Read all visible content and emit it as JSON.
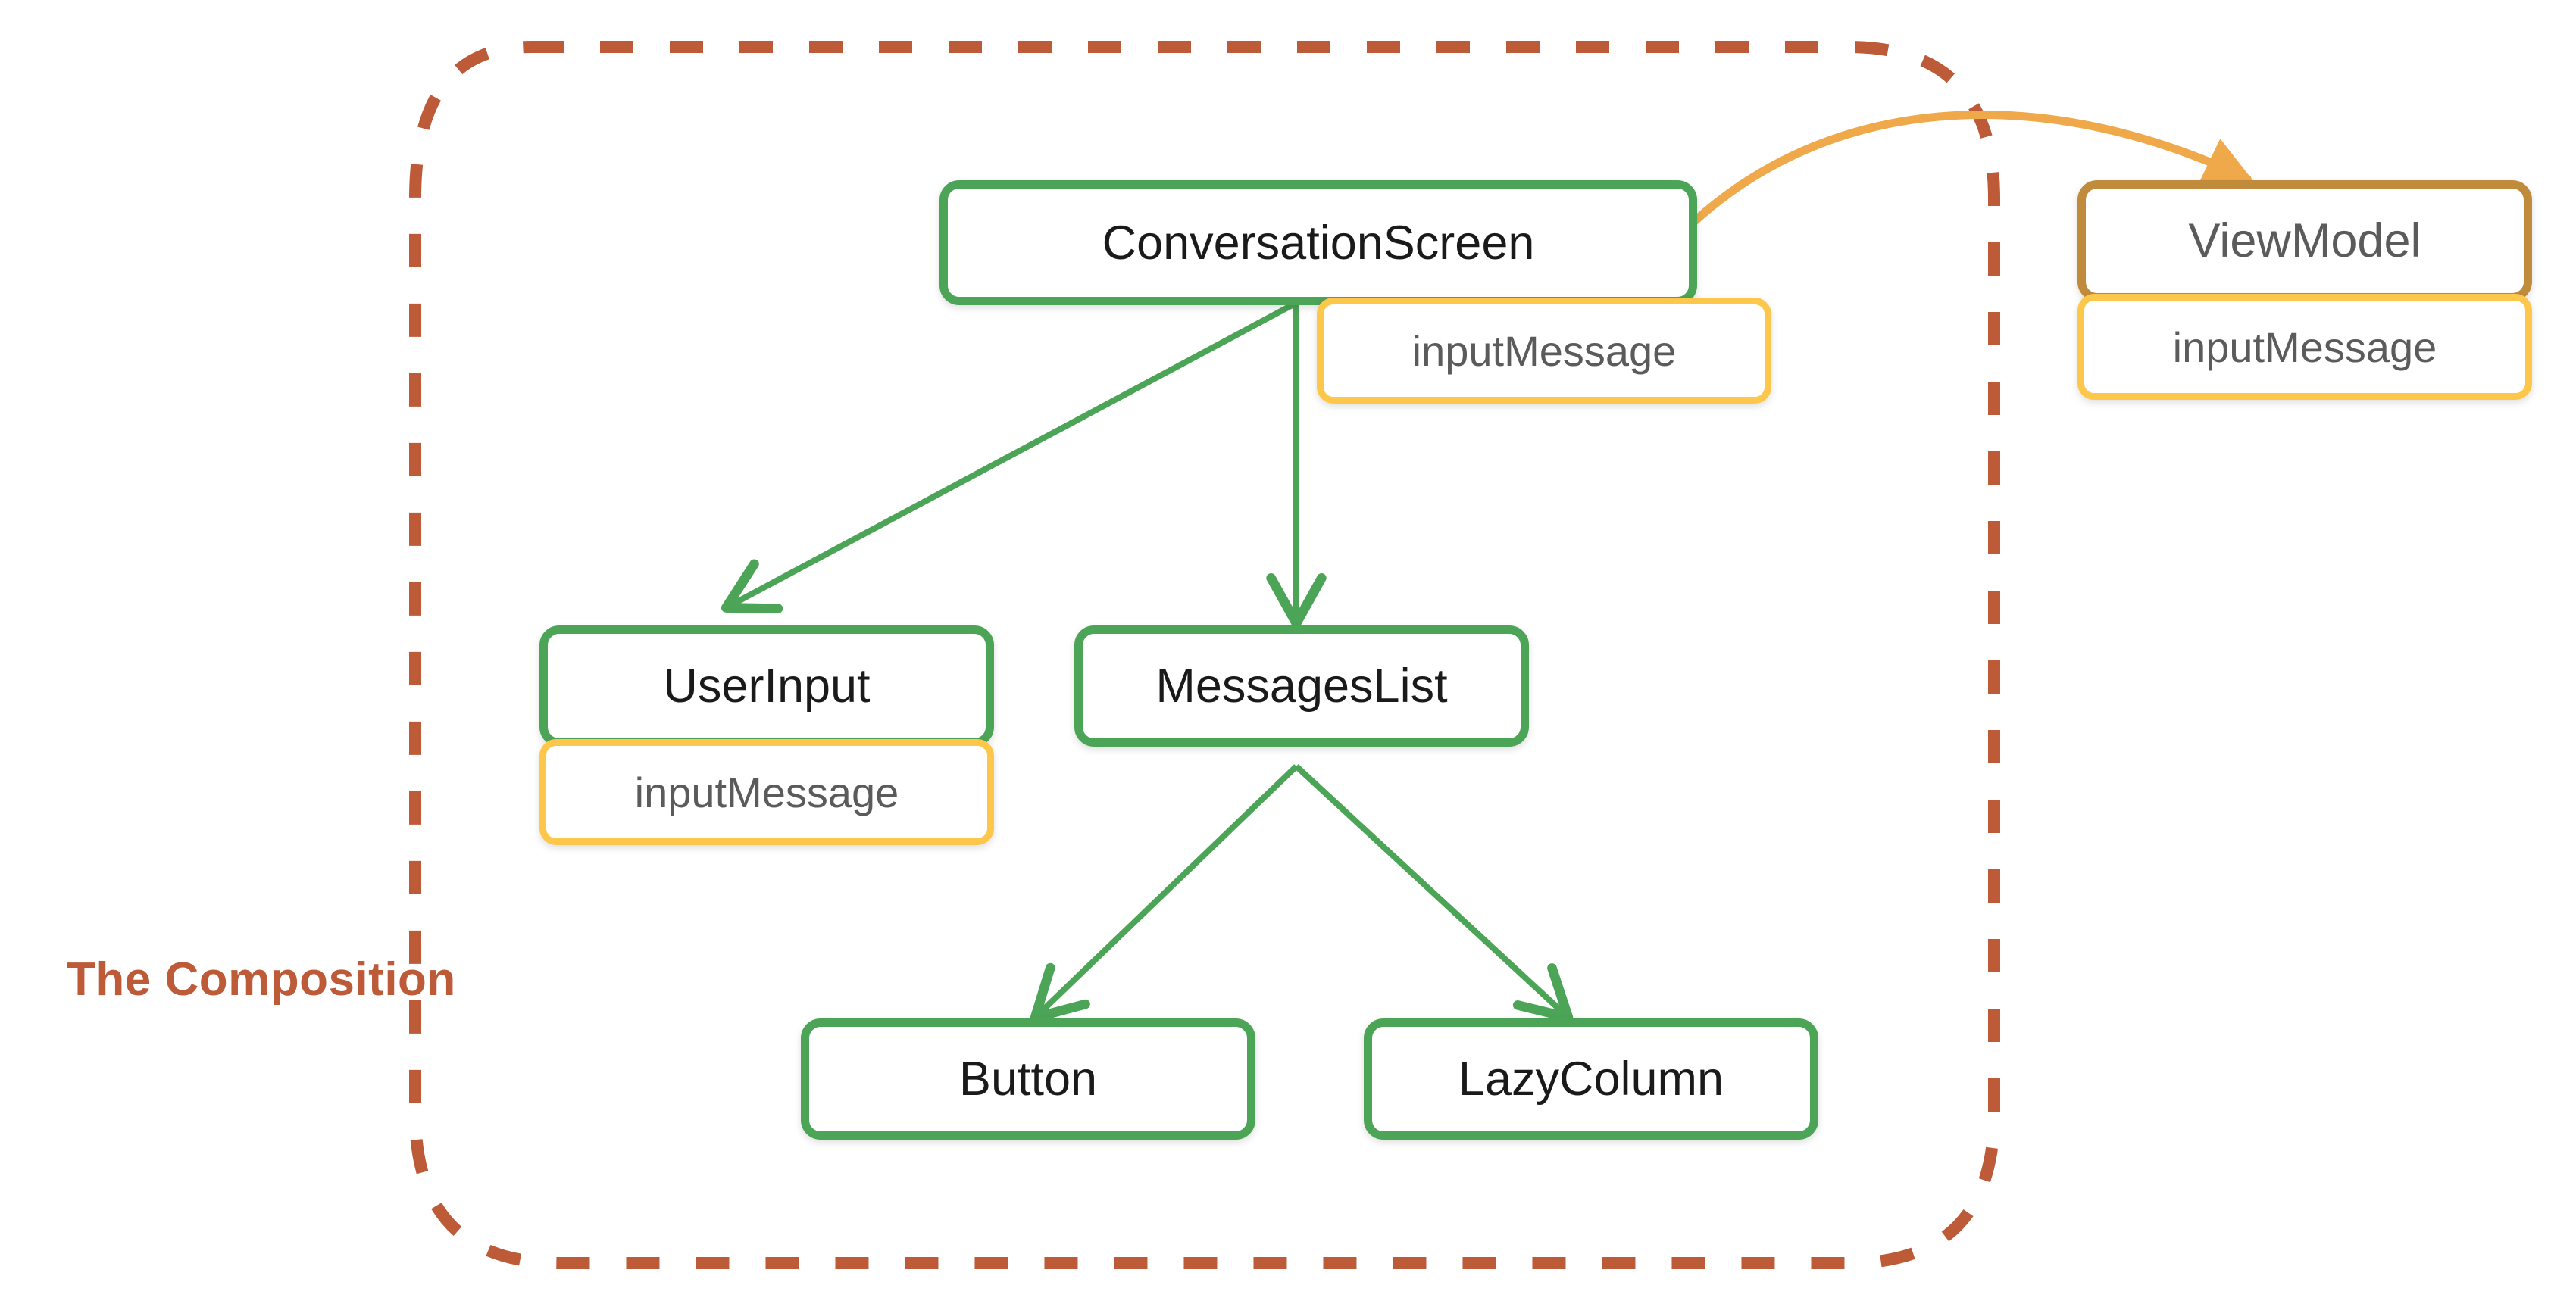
{
  "diagram": {
    "boundary_label": "The Composition",
    "colors": {
      "composition_boundary": "#BD5B38",
      "composable_border": "#4CA457",
      "state_border": "#FCC74A",
      "viewmodel_border": "#C18B3C",
      "composable_arrow": "#4CA457",
      "viewmodel_arrow": "#F0A94A",
      "node_background": "#FFFFFF",
      "composable_text": "#1A1A1A",
      "state_text": "#5B5B5B"
    },
    "nodes": [
      {
        "id": "conversation-screen",
        "label": "ConversationScreen",
        "kind": "composable"
      },
      {
        "id": "conversation-screen-state",
        "label": "inputMessage",
        "kind": "state"
      },
      {
        "id": "user-input",
        "label": "UserInput",
        "kind": "composable"
      },
      {
        "id": "user-input-state",
        "label": "inputMessage",
        "kind": "state"
      },
      {
        "id": "messages-list",
        "label": "MessagesList",
        "kind": "composable"
      },
      {
        "id": "button",
        "label": "Button",
        "kind": "composable"
      },
      {
        "id": "lazy-column",
        "label": "LazyColumn",
        "kind": "composable"
      },
      {
        "id": "view-model",
        "label": "ViewModel",
        "kind": "viewmodel"
      },
      {
        "id": "view-model-state",
        "label": "inputMessage",
        "kind": "state"
      }
    ],
    "edges": [
      {
        "from": "conversation-screen",
        "to": "user-input",
        "color": "#4CA457"
      },
      {
        "from": "conversation-screen",
        "to": "messages-list",
        "color": "#4CA457"
      },
      {
        "from": "messages-list",
        "to": "button",
        "color": "#4CA457"
      },
      {
        "from": "messages-list",
        "to": "lazy-column",
        "color": "#4CA457"
      },
      {
        "from": "conversation-screen",
        "to": "view-model",
        "color": "#F0A94A"
      }
    ]
  }
}
